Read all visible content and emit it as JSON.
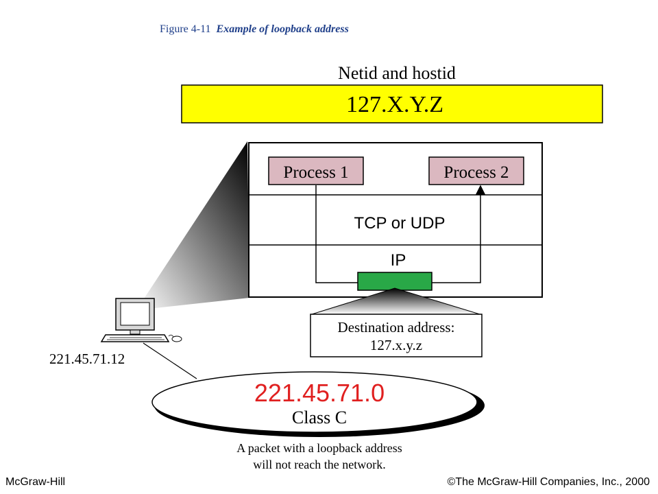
{
  "caption": {
    "figure_number": "Figure  4-11",
    "title": "Example of loopback address"
  },
  "address": {
    "heading": "Netid and hostid",
    "value": "127.X.Y.Z"
  },
  "host": {
    "process1": "Process 1",
    "process2": "Process 2",
    "transport": "TCP or UDP",
    "network": "IP"
  },
  "destination": {
    "line1": "Destination address:",
    "line2": "127.x.y.z"
  },
  "computer": {
    "ip": "221.45.71.12"
  },
  "network": {
    "address": "221.45.71.0",
    "class": "Class C"
  },
  "note": {
    "line1": "A packet with a loopback address",
    "line2": "will not reach the network."
  },
  "footer": {
    "left": "McGraw-Hill",
    "right": "©The McGraw-Hill Companies, Inc., 2000"
  },
  "colors": {
    "yellow_box": "#ffff00",
    "process_fill": "#dbb8c0",
    "packet_green": "#29a847",
    "network_red": "#e02020",
    "caption_blue": "#1f3f8a"
  }
}
